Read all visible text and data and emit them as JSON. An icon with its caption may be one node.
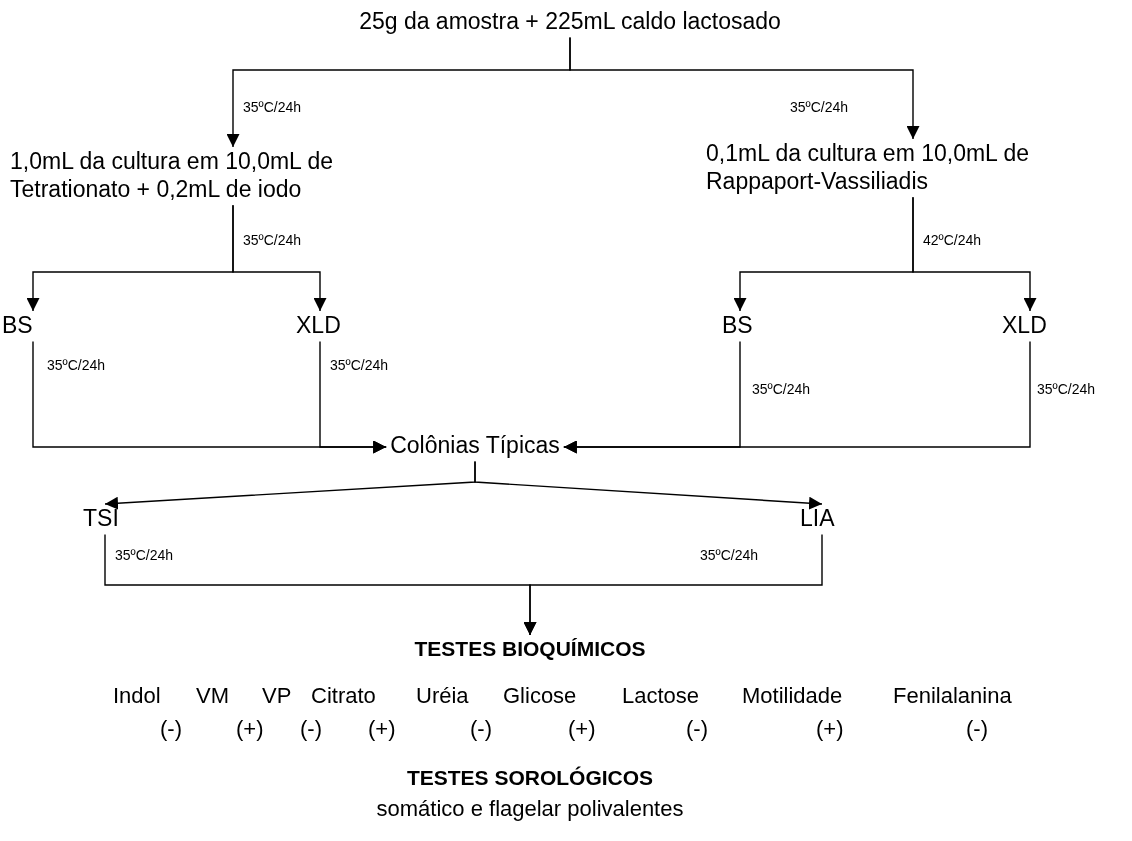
{
  "diagram": {
    "nodes": [
      {
        "text": [
          "25g da amostra + 225mL caldo lactosado"
        ]
      },
      {
        "text": [
          "1,0mL da cultura em 10,0mL de Tetrationato + 0,2mL de iodo"
        ]
      },
      {
        "text": [
          "0,1mL da cultura em 10,0mL de Rappaport-Vassiliadis"
        ]
      },
      {
        "text": [
          "BS"
        ]
      },
      {
        "text": [
          "XLD"
        ]
      },
      {
        "text": [
          "BS"
        ]
      },
      {
        "text": [
          "XLD"
        ]
      },
      {
        "text": [
          "Colônias Típicas"
        ]
      },
      {
        "text": [
          "TSI"
        ]
      },
      {
        "text": [
          "LIA"
        ]
      },
      {
        "text": [
          "TESTES BIOQUÍMICOS"
        ]
      }
    ],
    "edges": [
      {
        "from": 0,
        "to": 1,
        "arrow": "to",
        "label": "35ºC/24h"
      },
      {
        "from": 0,
        "to": 2,
        "arrow": "to",
        "label": "35ºC/24h"
      },
      {
        "from": 1,
        "to": 3,
        "arrow": "to",
        "label": "35ºC/24h"
      },
      {
        "from": 1,
        "to": 4,
        "arrow": "to"
      },
      {
        "from": 2,
        "to": 5,
        "arrow": "to",
        "label": "42ºC/24h"
      },
      {
        "from": 2,
        "to": 6,
        "arrow": "to"
      },
      {
        "from": 3,
        "to": 7,
        "arrow": "to",
        "label": "35ºC/24h"
      },
      {
        "from": 4,
        "to": 7,
        "arrow": "to",
        "label": "35ºC/24h"
      },
      {
        "from": 5,
        "to": 7,
        "arrow": "to",
        "label": "35ºC/24h"
      },
      {
        "from": 6,
        "to": 7,
        "arrow": "to",
        "label": "35ºC/24h"
      },
      {
        "from": 7,
        "to": 8,
        "arrow": "to"
      },
      {
        "from": 7,
        "to": 9,
        "arrow": "to"
      },
      {
        "from": 8,
        "to": 10,
        "arrow": "to",
        "label": "35ºC/24h"
      },
      {
        "from": 9,
        "to": 10,
        "arrow": "to",
        "label": "35ºC/24h"
      }
    ],
    "labels": [
      "Indol",
      "VM",
      "VP",
      "Citrato",
      "Uréia",
      "Glicose",
      "Lactose",
      "Motilidade",
      "Fenilalanina",
      "(-)",
      "(+)",
      "(-)",
      "(+)",
      "(-)",
      "(+)",
      "(-)",
      "(+)",
      "(-)",
      "TESTES SOROLÓGICOS",
      "somático e flagelar polivalentes"
    ]
  }
}
